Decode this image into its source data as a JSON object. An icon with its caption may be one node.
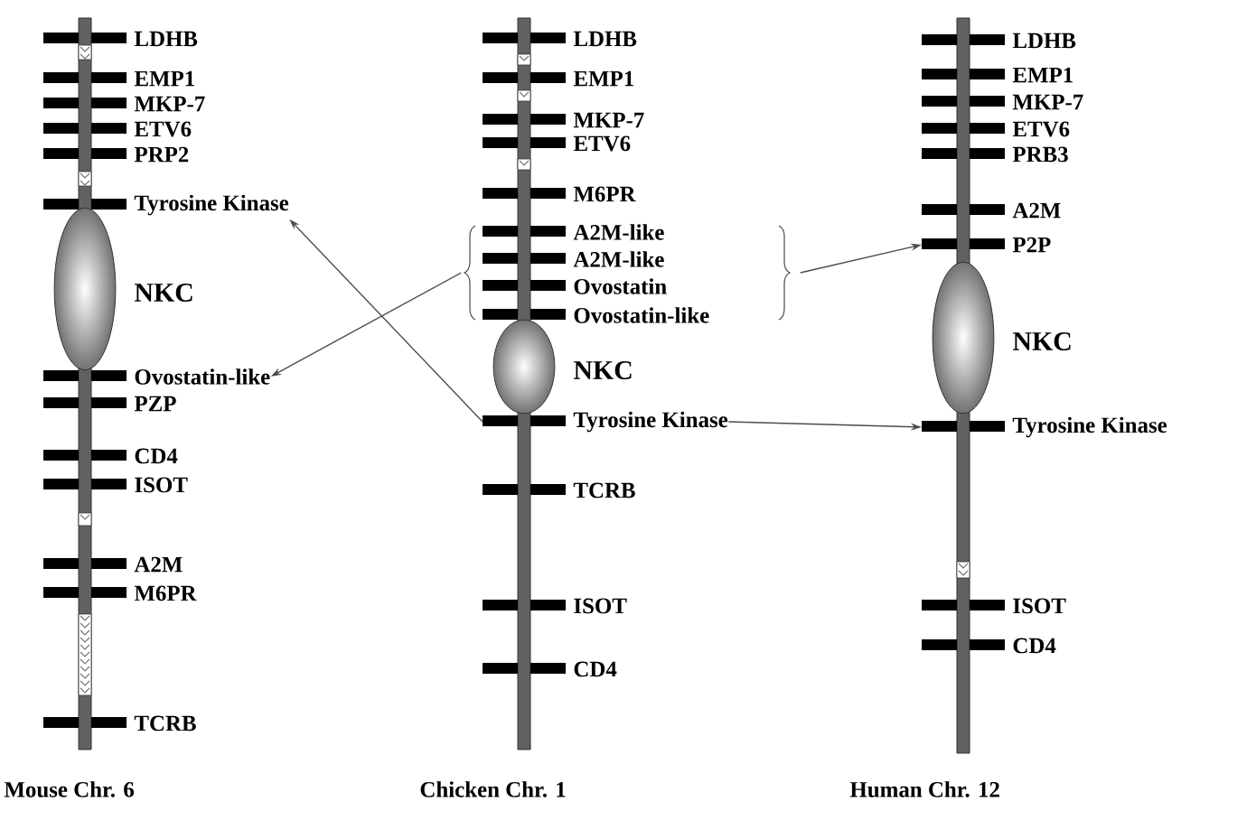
{
  "diagram": {
    "nodes": [
      {
        "text": [
          "Tyrosine Kinase"
        ]
      },
      {
        "text": [
          "NKC"
        ]
      },
      {
        "text": [
          "Ovostatin-like"
        ]
      },
      {
        "text": [
          "A2M-like",
          "A2M-like",
          "Ovostatin",
          "Ovostatin-like"
        ]
      },
      {
        "text": [
          "NKC"
        ]
      },
      {
        "text": [
          "Tyrosine Kinase"
        ]
      },
      {
        "text": [
          "P2P"
        ]
      },
      {
        "text": [
          "NKC"
        ]
      },
      {
        "text": [
          "Tyrosine Kinase"
        ]
      }
    ],
    "edges": [
      {
        "from": 5,
        "to": 0,
        "arrow": "to"
      },
      {
        "from": 3,
        "to": 2,
        "arrow": "to"
      },
      {
        "from": 3,
        "to": 6,
        "arrow": "to"
      },
      {
        "from": 5,
        "to": 8,
        "arrow": "to"
      }
    ],
    "labels": [
      "LDHB",
      "EMP1",
      "MKP-7",
      "ETV6",
      "PRP2",
      "PZP",
      "CD4",
      "ISOT",
      "A2M",
      "M6PR",
      "TCRB",
      "Mouse Chr. 6",
      "LDHB",
      "EMP1",
      "MKP-7",
      "ETV6",
      "M6PR",
      "TCRB",
      "ISOT",
      "CD4",
      "Chicken Chr. 1",
      "LDHB",
      "EMP1",
      "MKP-7",
      "ETV6",
      "PRB3",
      "A2M",
      "ISOT",
      "CD4",
      "Human Chr. 12"
    ]
  }
}
